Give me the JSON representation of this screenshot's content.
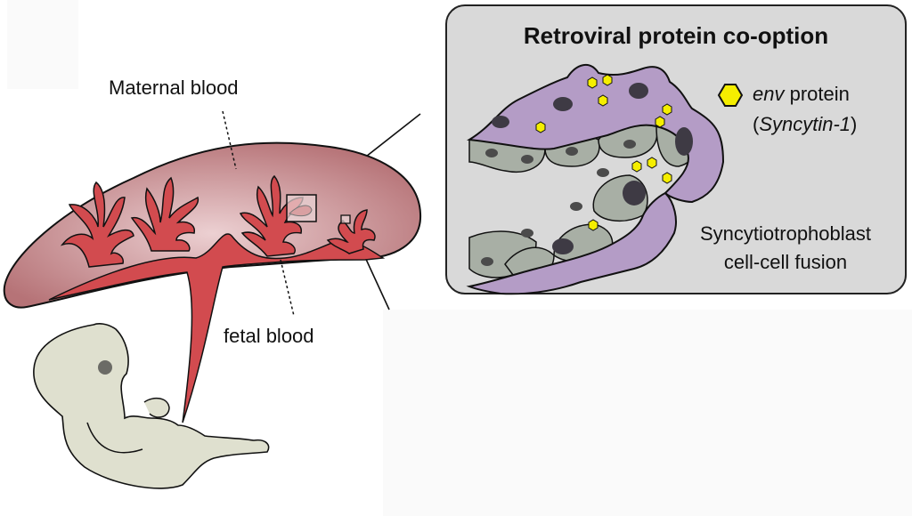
{
  "diagram": {
    "labels": {
      "maternal_blood": "Maternal blood",
      "fetal_blood": "fetal blood"
    },
    "inset_panel": {
      "title": "Retroviral protein co-option",
      "legend": {
        "icon": "yellow-hexagon-icon",
        "term_italic": "env",
        "term_rest": " protein",
        "gene_open": "(",
        "gene_italic": "Syncytin-1",
        "gene_close": ")"
      },
      "process_label_line1": "Syncytiotrophoblast",
      "process_label_line2": "cell-cell fusion"
    },
    "colors": {
      "placenta_fill": "#c48a8e",
      "villi_red": "#d24b4f",
      "fetus_fill": "#dfe0cf",
      "panel_bg": "#d9d9d9",
      "syncytium_purple": "#b49cc6",
      "cytotrophoblast_gray": "#a8afa5",
      "nucleus_dark": "#3e3a44",
      "env_yellow": "#f5ee00"
    }
  }
}
